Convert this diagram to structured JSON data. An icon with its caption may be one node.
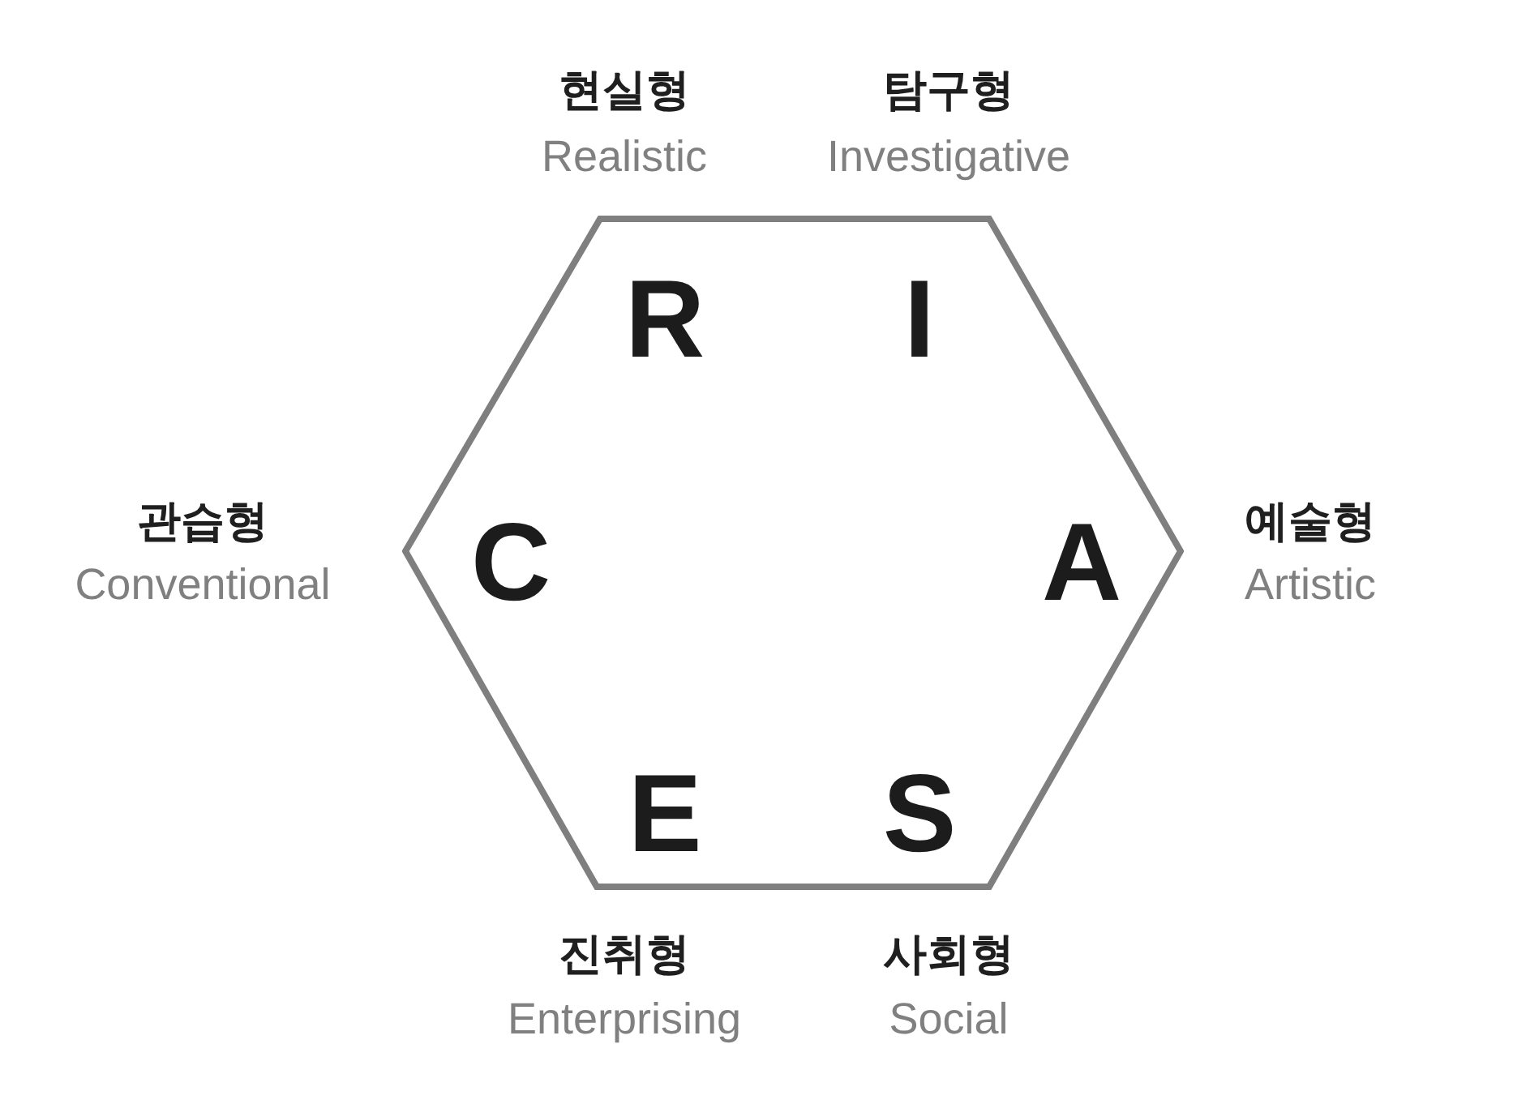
{
  "diagram": {
    "nodes": [
      {
        "text": [
          "R",
          "I",
          "C",
          "A",
          "E",
          "S"
        ]
      }
    ],
    "labels": [
      "현실형",
      "Realistic",
      "탐구형",
      "Investigative",
      "관습형",
      "Conventional",
      "예술형",
      "Artistic",
      "진취형",
      "Enterprising",
      "사회형",
      "Social"
    ]
  }
}
